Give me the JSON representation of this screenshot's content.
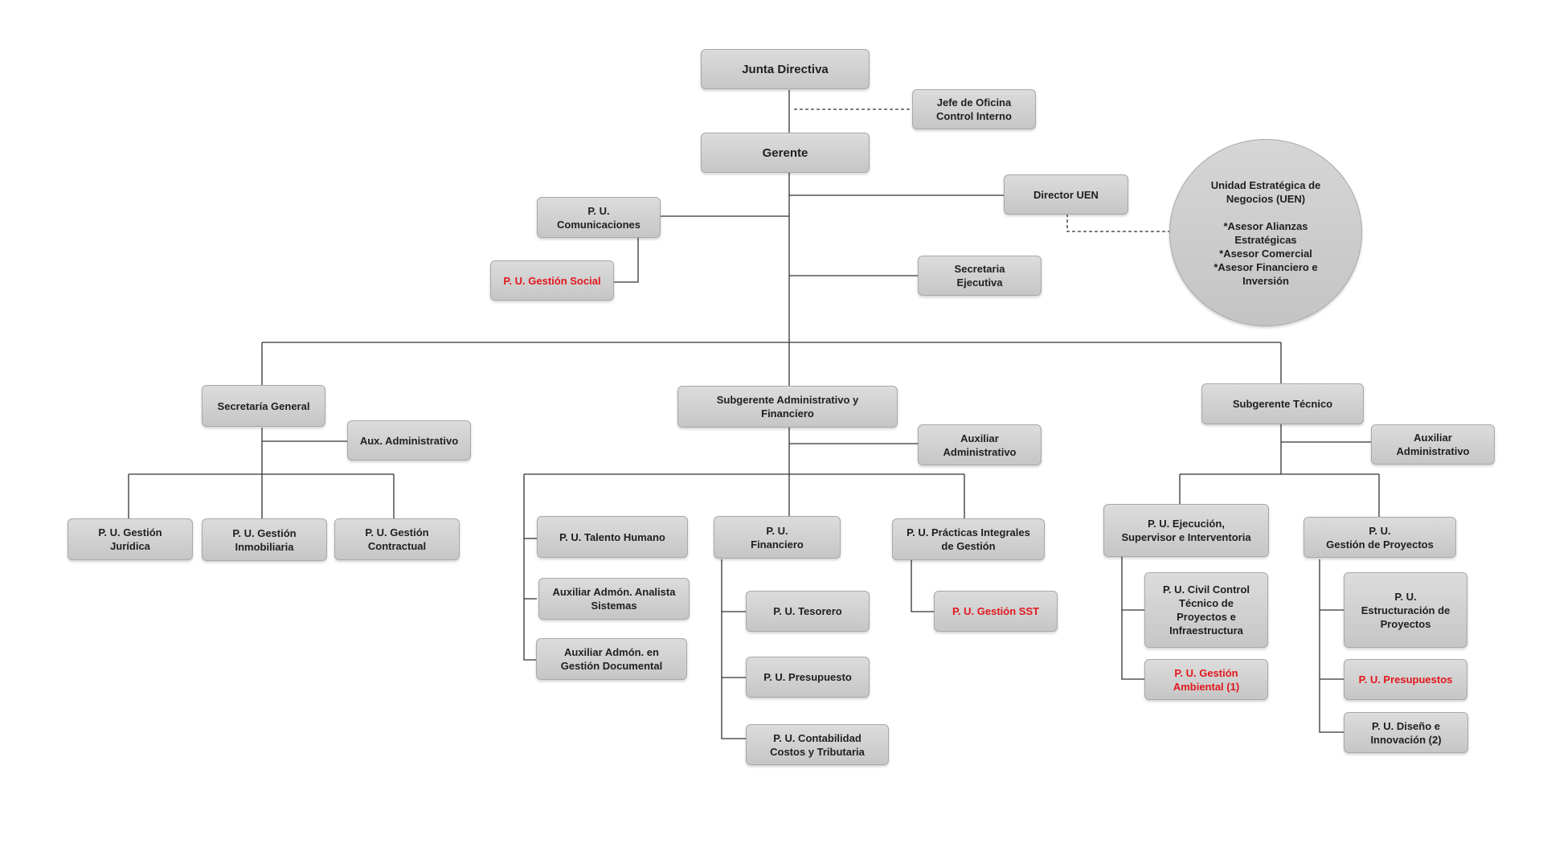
{
  "nodes": {
    "junta": "Junta Directiva",
    "jefe_oficina": "Jefe de Oficina\nControl Interno",
    "gerente": "Gerente",
    "director_uen": "Director UEN",
    "uen_circle": "Unidad Estratégica de\nNegocios (UEN)\n\n*Asesor Alianzas\nEstratégicas\n*Asesor Comercial\n*Asesor Financiero e\nInversión",
    "pu_comunicaciones": "P. U.\nComunicaciones",
    "pu_gestion_social": "P. U. Gestión Social",
    "secretaria_ejecutiva": "Secretaria\nEjecutiva",
    "secretaria_general": "Secretaría General",
    "aux_administrativo": "Aux. Administrativo",
    "pu_juridica": "P. U. Gestión\nJurídica",
    "pu_inmobiliaria": "P. U. Gestión\nInmobiliaria",
    "pu_contractual": "P. U. Gestión\nContractual",
    "subgerente_adm": "Subgerente Administrativo y\nFinanciero",
    "aux_adm_1": "Auxiliar\nAdministrativo",
    "pu_talento": "P. U. Talento Humano",
    "aux_sistemas": "Auxiliar Admón. Analista\nSistemas",
    "aux_documental": "Auxiliar Admón. en\nGestión Documental",
    "pu_financiero": "P. U.\nFinanciero",
    "pu_tesorero": "P. U. Tesorero",
    "pu_presupuesto": "P. U. Presupuesto",
    "pu_contabilidad": "P. U. Contabilidad\nCostos y Tributaria",
    "pu_practicas": "P. U. Prácticas Integrales\nde Gestión",
    "pu_sst": "P. U. Gestión SST",
    "subgerente_tec": "Subgerente Técnico",
    "aux_adm_2": "Auxiliar\nAdministrativo",
    "pu_ejecucion": "P. U. Ejecución,\nSupervisor e Interventoria",
    "pu_civil": "P. U. Civil Control\nTécnico de\nProyectos e\nInfraestructura",
    "pu_ambiental": "P. U. Gestión\nAmbiental (1)",
    "pu_gestion_proyectos": "P. U.\nGestión de Proyectos",
    "pu_estructuracion": "P. U.\nEstructuración de\nProyectos",
    "pu_presupuestos": "P. U. Presupuestos",
    "pu_diseno": "P. U. Diseño e\nInnovación (2)"
  },
  "colors": {
    "box_fill": "#d0d0d0",
    "box_border": "#a9a9a9",
    "line": "#333333",
    "highlight_text": "#e3161c",
    "text": "#1f1f1f"
  }
}
